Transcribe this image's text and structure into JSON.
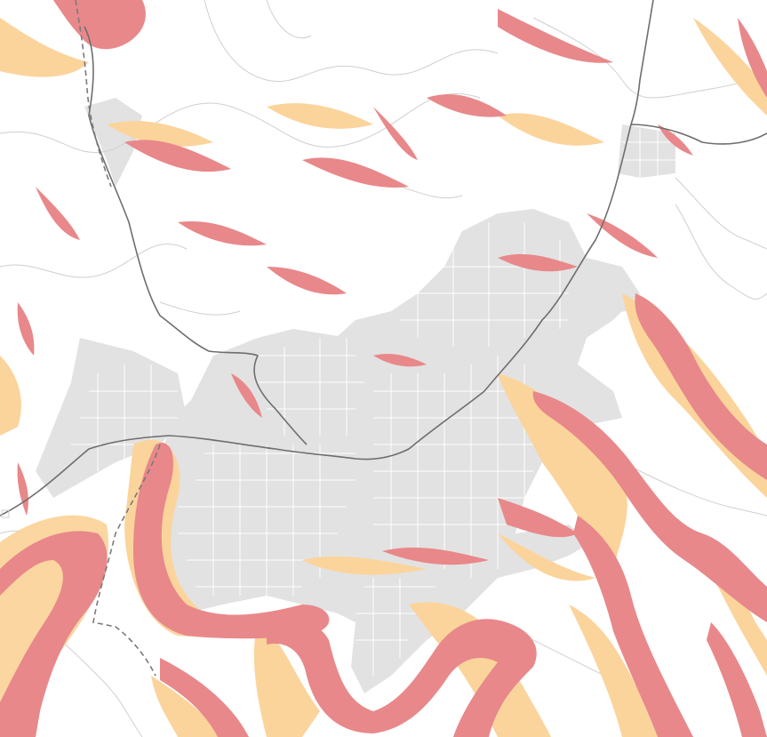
{
  "map": {
    "legend_visible": false,
    "labels_visible": false,
    "colors": {
      "background": "#ffffff",
      "urban_area": "#e2e2e2",
      "street_grid": "#ffffff",
      "minor_road": "#cfcfcf",
      "main_road": "#6e6e6e",
      "boundary_dashed": "#7a7a7a",
      "hazard_high": "#e8888a",
      "hazard_medium": "#fbd49c"
    },
    "layers": [
      {
        "name": "urban-area",
        "color_key": "urban_area"
      },
      {
        "name": "street-grid",
        "color_key": "street_grid"
      },
      {
        "name": "minor-roads",
        "color_key": "minor_road"
      },
      {
        "name": "hazard-medium",
        "color_key": "hazard_medium"
      },
      {
        "name": "hazard-high",
        "color_key": "hazard_high"
      },
      {
        "name": "main-road",
        "color_key": "main_road"
      },
      {
        "name": "dashed-boundary",
        "color_key": "boundary_dashed"
      }
    ]
  }
}
